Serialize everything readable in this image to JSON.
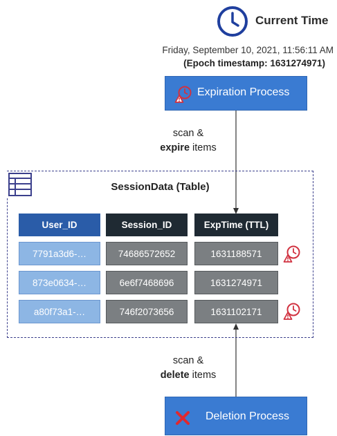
{
  "current_time": {
    "title": "Current Time",
    "date": "Friday, September 10, 2021, 11:56:11 AM",
    "epoch": "(Epoch timestamp: 1631274971)",
    "icon": "clock-icon"
  },
  "expiration_process": {
    "label": "Expiration Process",
    "icon": "alarm-warning-icon"
  },
  "scan_expire": {
    "line1": "scan &",
    "bold": "expire",
    "rest": " items"
  },
  "table": {
    "title": "SessionData (Table)",
    "icon": "table-icon",
    "headers": [
      "User_ID",
      "Session_ID",
      "ExpTime (TTL)"
    ],
    "rows": [
      {
        "user_id": "7791a3d6-…",
        "session_id": "74686572652",
        "exp_time": "1631188571",
        "expired": true
      },
      {
        "user_id": "873e0634-…",
        "session_id": "6e6f7468696",
        "exp_time": "1631274971",
        "expired": false
      },
      {
        "user_id": "a80f73a1-…",
        "session_id": "746f2073656",
        "exp_time": "1631102171",
        "expired": true
      }
    ]
  },
  "scan_delete": {
    "line1": "scan &",
    "bold": "delete",
    "rest": " items"
  },
  "deletion_process": {
    "label": "Deletion Process",
    "icon": "red-x-icon"
  },
  "colors": {
    "process_blue": "#3a7bd2",
    "user_header": "#2a5ca8",
    "user_cell": "#8db6e4",
    "dark_header": "#1f2a33",
    "gray_cell": "#7b7f82",
    "frame": "#3b3f8c",
    "alert_red": "#d13240",
    "clock_blue": "#1f3f9e"
  }
}
